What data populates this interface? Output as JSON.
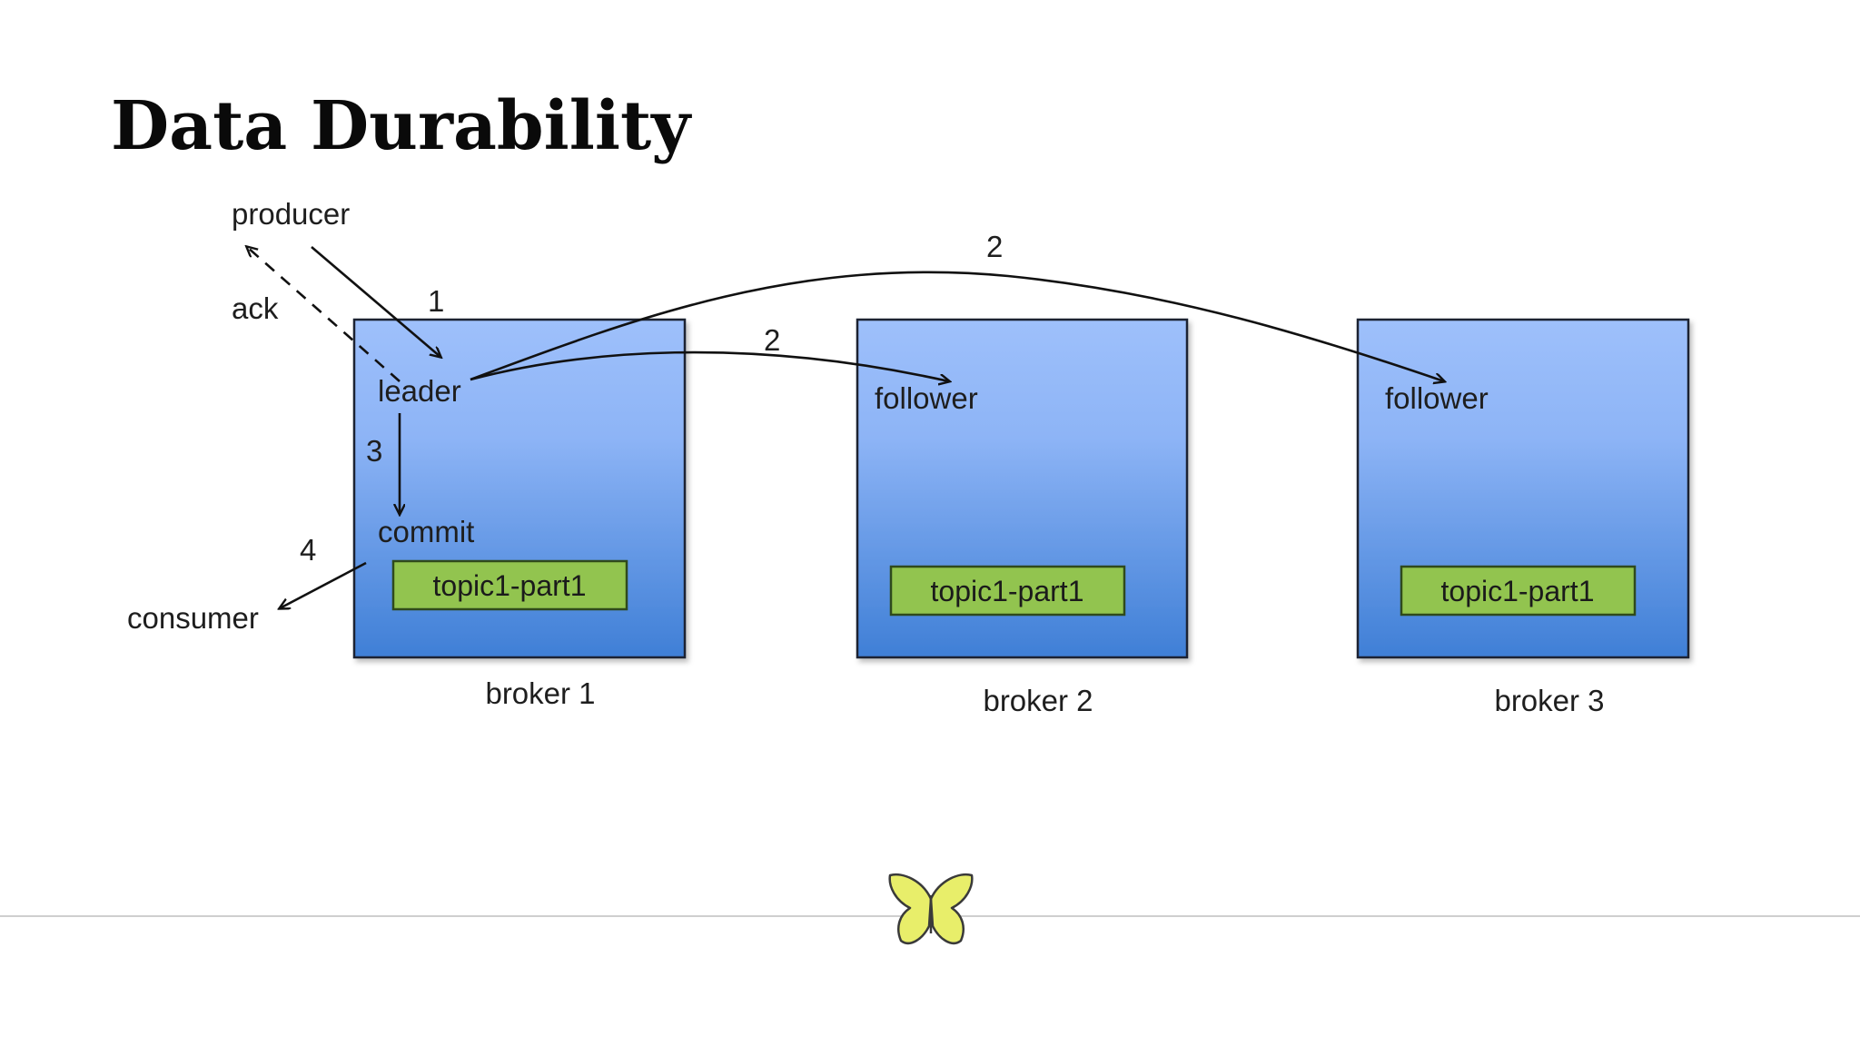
{
  "slide": {
    "title": "Data Durability"
  },
  "diagram": {
    "producer_label": "producer",
    "ack_label": "ack",
    "consumer_label": "consumer",
    "steps": {
      "write": "1",
      "replicate_a": "2",
      "replicate_b": "2",
      "commit": "3",
      "read": "4"
    },
    "brokers": [
      {
        "label": "broker 1",
        "role": "leader",
        "state": "commit",
        "partition": "topic1-part1"
      },
      {
        "label": "broker 2",
        "role": "follower",
        "partition": "topic1-part1"
      },
      {
        "label": "broker 3",
        "role": "follower",
        "partition": "topic1-part1"
      }
    ],
    "colors": {
      "box_top": "#9ec0fb",
      "box_bottom": "#3f7fd6",
      "box_border": "#1d2430",
      "partition_fill": "#92c44f",
      "partition_border": "#2f4a1c",
      "logo_fill": "#e8ee6a"
    }
  },
  "footer": {
    "logo_icon": "butterfly-icon"
  }
}
